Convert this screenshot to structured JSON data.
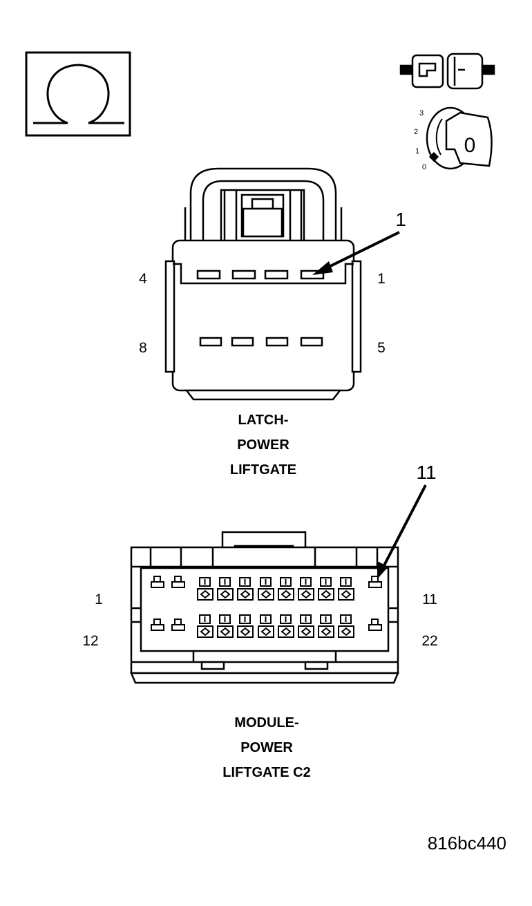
{
  "ohm_symbol": "Ω",
  "ignition_positions": [
    "3",
    "2",
    "1",
    "0"
  ],
  "ignition_key_position": "0",
  "latch_connector": {
    "callout": "1",
    "pin_labels": {
      "top_left": "4",
      "top_right": "1",
      "bottom_left": "8",
      "bottom_right": "5"
    },
    "name_lines": [
      "LATCH-",
      "POWER",
      "LIFTGATE"
    ]
  },
  "module_connector": {
    "callout": "11",
    "pin_labels": {
      "top_left": "1",
      "top_right": "11",
      "bottom_left": "12",
      "bottom_right": "22"
    },
    "name_lines": [
      "MODULE-",
      "POWER",
      "LIFTGATE C2"
    ]
  },
  "figure_id": "816bc440"
}
